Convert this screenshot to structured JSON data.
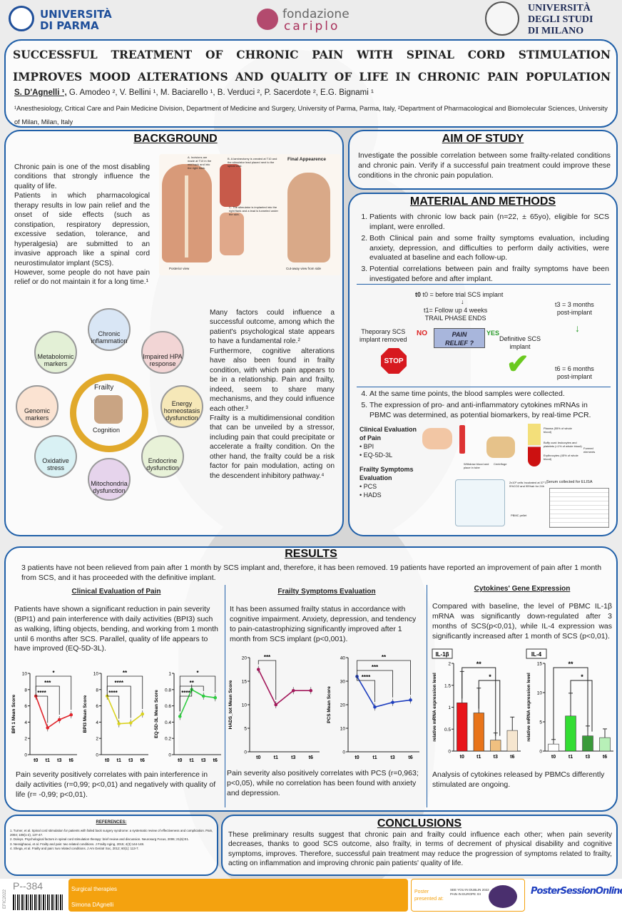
{
  "logos": {
    "parma": "UNIVERSITÀ DI PARMA",
    "parma_line1": "UNIVERSITÀ",
    "parma_line2": "DI PARMA",
    "cariplo_line1": "fondazione",
    "cariplo_line2": "cariplo",
    "milano_line1": "UNIVERSITÀ",
    "milano_line2": "DEGLI STUDI",
    "milano_line3": "DI MILANO"
  },
  "title": {
    "line1": "SUCCESSFUL TREATMENT OF CHRONIC PAIN WITH SPINAL CORD STIMULATION",
    "line2": "IMPROVES MOOD ALTERATIONS AND QUALITY OF LIFE IN CHRONIC PAIN POPULATION",
    "authors_first": "S. D'Agnelli ¹,",
    "authors_rest": " G. Amodeo ², V. Bellini ¹, M. Baciarello ¹, B. Verduci ², P. Sacerdote ², E.G. Bignami ¹",
    "affiliations": "¹Anesthesiology, Critical Care and Pain Medicine Division, Department of Medicine and Surgery, University of Parma, Parma, Italy, ²Department of Pharmacological and Biomolecular Sciences, University of Milan, Milan, Italy"
  },
  "background": {
    "heading": "BACKGROUND",
    "p1": "Chronic pain is one of the most disabling conditions that strongly influence the quality of life.",
    "p2": "Patients in which pharmacological therapy results in low pain relief and the onset of side effects (such as constipation, respiratory depression, excessive sedation, tolerance, and hyperalgesia) are submitted to an invasive approach like a spinal cord neurostimulator implant (SCS).",
    "p3": "However, some people do not have pain relief or do not maintain it for a long time.¹",
    "p4": "Many factors could influence a successful outcome, among which the patient's psychological state appears to have a fundamental role.²",
    "p5": "Furthermore, cognitive alterations have also been found in frailty condition, with which pain appears to be in a relationship. Pain and frailty, indeed, seem to share many mechanisms, and they could influence each other.³",
    "p6": "Frailty is a multidimensional condition that can be unveiled by a stressor, including pain that could precipitate or accelerate a frailty condition. On the other hand, the frailty could be a risk factor for pain modulation, acting on the descendent inhibitory pathway.⁴",
    "figure_labels": {
      "a": "A. Incisions are made at T10 in the mid back and into the right flank.",
      "b": "B. A laminectomy is created at T10 and the stimulator lead placed next to the spinal cord.",
      "c": "C. The stimulator is implanted into the right flank and a lead is tunneled under the skin.",
      "final": "Final Appearence",
      "posterior": "Posterior view",
      "cutaway": "Cut-away view from side"
    },
    "frailty_wheel": {
      "center": "Frailty",
      "cognition": "Cognition",
      "nodes": [
        "Chronic inflammation",
        "Impaired HPA response",
        "Energy homeostasis dysfunction",
        "Endocrine dysfunction",
        "Mitochondria dysfunction",
        "Oxidative stress",
        "Genomic markers",
        "Metabolomic markers"
      ]
    }
  },
  "aim": {
    "heading": "AIM OF STUDY",
    "text": "Investigate the possible correlation between some frailty-related conditions and chronic pain. Verify if a successful pain treatment could improve these conditions in the chronic pain population."
  },
  "methods": {
    "heading": "MATERIAL AND METHODS",
    "items": [
      "Patients with chronic low back pain (n=22, ± 65yo), eligible for SCS implant, were enrolled.",
      "Both Clinical pain and some frailty symptoms evaluation, including anxiety, depression, and difficulties to perform daily activities, were evaluated at baseline and each follow-up.",
      "Potential correlations between pain and frailty symptoms have been investigated before and after implant."
    ],
    "items2": [
      "At the same time points, the blood samples were collected.",
      "The expression of pro- and anti-inflammatory cytokines mRNAs in PBMC was determined, as potential biomarkers, by real-time PCR."
    ],
    "flow": {
      "t0": "t0 = before trial SCS implant",
      "t1a": "t1= Follow up 4 weeks",
      "t1b": "TRAIL PHASE ENDS",
      "t3a": "t3 = 3 months",
      "t3b": "post-implant",
      "t6a": "t6 = 6 months",
      "t6b": "post-implant",
      "pain_relief_1": "PAIN",
      "pain_relief_2": "RELIEF ?",
      "no": "NO",
      "yes": "YES",
      "removed1": "Theporary SCS",
      "removed2": "implant removed",
      "definitive1": "Definitive SCS",
      "definitive2": "implant",
      "stop": "STOP"
    },
    "clinical_eval": "Clinical Evaluation of Pain",
    "clinical_items": [
      "BPI",
      "EQ-5D-3L"
    ],
    "frailty_eval": "Frailty Symptoms Evaluation",
    "frailty_items": [
      "PCS",
      "HADS"
    ],
    "lab": {
      "withdraw": "Withdraw blood and place in tube",
      "centrifuge": "Centrifuge",
      "plasma": "Plasma (55% of whole blood)",
      "buffy": "Buffy coat: leukocytes and platelets (<1% of whole blood)",
      "erythro": "Erythrocytes (45% of whole blood)",
      "formed": "Formed elements",
      "incubated": "2x10⁶ cells Incubated at 37°C, 5%CO2 and 95%air for 24h",
      "serum": "Serum collected for ELISA",
      "pbmc": "PBMC pellet"
    }
  },
  "results": {
    "heading": "RESULTS",
    "intro": "3 patients have not been relieved from pain after 1 month by SCS implant and, therefore, it has been removed. 19 patients have reported an improvement of pain after 1 month from SCS, and it has proceeded with the definitive implant.",
    "col1_heading": "Clinical Evaluation of Pain",
    "col1_text": "Patients have shown a significant reduction in pain severity (BPI1) and pain interference with daily activities (BPI3) such as walking, lifting objects, bending, and working from 1 month until 6 months after SCS. Parallel, quality of life appears to have improved (EQ-5D-3L).",
    "col1_footer": "Pain severity positively correlates with pain interference in daily activities (r=0,99; p<0,01) and negatively with quality of life (r= -0,99; p<0,01).",
    "col2_heading": "Frailty Symptoms Evaluation",
    "col2_text": "It has been assumed frailty status in accordance with cognitive impairment. Anxiety, depression, and tendency to pain-catastrophizing significantly improved after 1 month from SCS implant (p<0,001).",
    "col2_footer": "Pain severity also positively correlates with PCS (r=0,963; p<0,05), while no correlation has been found with anxiety and depression.",
    "col3_heading": "Cytokines' Gene Expression",
    "col3_text": "Compared with baseline, the level of PBMC IL-1β mRNA was significantly down-regulated after 3 months of SCS(p<0,01), while IL-4 expression was significantly increased after 1 month of SCS (p<0,01).",
    "col3_footer": "Analysis of cytokines released by PBMCs differently stimulated are ongoing."
  },
  "chart_data": [
    {
      "type": "line",
      "title": "",
      "ylabel": "BPI 1 Mean Score",
      "categories": [
        "t0",
        "t1",
        "t3",
        "t6"
      ],
      "values": [
        7.2,
        3.3,
        4.3,
        4.9
      ],
      "ylim": [
        0,
        10
      ],
      "yticks": [
        0,
        2,
        4,
        6,
        8,
        10
      ],
      "color": "#e0242b",
      "sig": [
        "****",
        "***",
        "*"
      ]
    },
    {
      "type": "line",
      "title": "",
      "ylabel": "BPI3 Mean Score",
      "categories": [
        "t0",
        "t1",
        "t3",
        "t6"
      ],
      "values": [
        7.2,
        3.8,
        3.9,
        5.0
      ],
      "ylim": [
        0,
        10
      ],
      "yticks": [
        0,
        2,
        4,
        6,
        8,
        10
      ],
      "color": "#d9d21f",
      "sig": [
        "****",
        "****",
        "**"
      ]
    },
    {
      "type": "line",
      "title": "",
      "ylabel": "EQ-5D-3L Mean Score",
      "categories": [
        "t0",
        "t1",
        "t3",
        "t6"
      ],
      "values": [
        0.47,
        0.8,
        0.72,
        0.7
      ],
      "ylim": [
        0,
        1.0
      ],
      "yticks": [
        0,
        0.2,
        0.4,
        0.6,
        0.8,
        1.0
      ],
      "color": "#2ecc40",
      "sig": [
        "****",
        "**",
        "*"
      ]
    },
    {
      "type": "line",
      "title": "",
      "ylabel": "HADS_tot Mean Score",
      "categories": [
        "t0",
        "t1",
        "t3",
        "t6"
      ],
      "values": [
        17.5,
        10,
        13,
        13
      ],
      "ylim": [
        0,
        20
      ],
      "yticks": [
        0,
        5,
        10,
        15,
        20
      ],
      "color": "#a3195b",
      "sig": [
        "***"
      ]
    },
    {
      "type": "line",
      "title": "",
      "ylabel": "PCS Mean Score",
      "categories": [
        "t0",
        "t1",
        "t3",
        "t6"
      ],
      "values": [
        32,
        19,
        21,
        22
      ],
      "ylim": [
        0,
        40
      ],
      "yticks": [
        0,
        10,
        20,
        30,
        40
      ],
      "color": "#1f3fbf",
      "sig": [
        "****",
        "***",
        "**"
      ]
    },
    {
      "type": "bar",
      "title": "IL-1β",
      "ylabel": "relative mRNA expression level",
      "categories": [
        "t0",
        "t1",
        "t3",
        "t6"
      ],
      "values": [
        1.1,
        0.87,
        0.25,
        0.47
      ],
      "ylim": [
        0,
        2.0
      ],
      "yticks": [
        0,
        0.5,
        1.0,
        1.5,
        2.0
      ],
      "colors": [
        "#e8141a",
        "#e8741a",
        "#f0c080",
        "#f6e6cf"
      ],
      "sig": [
        "**",
        "*"
      ]
    },
    {
      "type": "bar",
      "title": "IL-4",
      "ylabel": "relative mRNA expression level",
      "categories": [
        "t0",
        "t1",
        "t3",
        "t6"
      ],
      "values": [
        1.2,
        6.0,
        2.6,
        2.3
      ],
      "ylim": [
        0,
        15
      ],
      "yticks": [
        0,
        5,
        10,
        15
      ],
      "colors": [
        "#ffffff",
        "#33dd33",
        "#3a9a3a",
        "#b8f0b8"
      ],
      "sig": [
        "**",
        "*"
      ]
    }
  ],
  "conclusions": {
    "heading": "CONCLUSIONS",
    "text": "These preliminary results suggest that chronic pain and frailty could influence each other; when pain severity decreases, thanks to good SCS outcome, also frailty, in terms of decrement of physical disability and cognitive symptoms, improves. Therefore, successful pain treatment may reduce the progression of symptoms related to frailty, acting on inflammation and improving chronic pain patients' quality of life."
  },
  "references": {
    "heading": "REFERENCES:",
    "items": [
      "1. Turner, et al. Spinal cord stimulation for patients with failed back surgery syndrome: a systematic review of effectiveness and complication. Pain, 2004; 108(1-2), 137-47.",
      "2. Doleys. Psychological factors in spinal cord stimulation therapy: brief review and discussion. Neurosurg Focus, 2006; 21(6):E1.",
      "3. Nessighaoui, et al. Frailty and pain: two related conditions. J Frailty Aging, 2015; 4(3):144-148.",
      "4. Shega, et al. Frailty and pain: two related conditions. J Am Geriatr Soc, 2012; 60(1): 113-7."
    ]
  },
  "footer": {
    "code": "P--384",
    "category": "Surgical therapies",
    "author": "Simona DAgnelli",
    "side_label": "EFIC2022",
    "presented1": "Poster",
    "presented2": "presented at:",
    "efic_text1": "SEE YOU IN DUBLIN 2022",
    "efic_text2": "PAIN IN EUROPE XII",
    "pso_brand": "PosterSessionOnline"
  }
}
